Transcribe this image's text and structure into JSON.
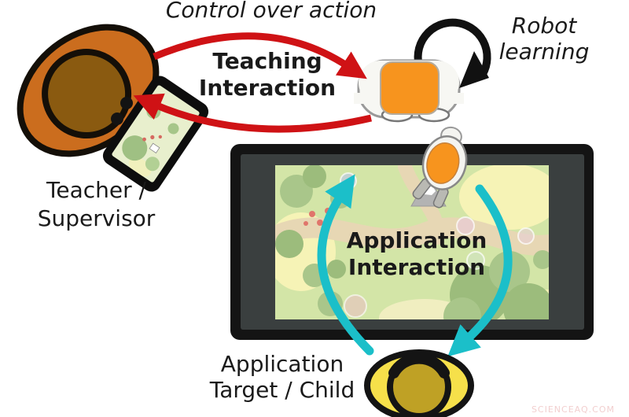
{
  "labels": {
    "control_over_action": "Control over action",
    "teaching_interaction": "Teaching\nInteraction",
    "robot_learning": "Robot\nlearning",
    "teacher": "Teacher /\nSupervisor",
    "application_interaction": "Application\nInteraction",
    "application_target": "Application\nTarget / Child",
    "watermark": "SCIENCEAQ.COM"
  },
  "colors": {
    "arrow_red": "#cf1215",
    "arrow_cyan": "#1bbfc9",
    "loop_black": "#111111",
    "robot_orange": "#f7941e",
    "teacher_orange": "#cb6d1e",
    "teacher_head_brown": "#8a5a10",
    "child_yellow": "#f6e04a",
    "child_head_olive": "#bfa125",
    "map_green": "#d3e5a7",
    "tablet_frame": "#141414",
    "bezel_gray": "#3a3f3f",
    "watermark_pink": "#f2cfcf"
  }
}
